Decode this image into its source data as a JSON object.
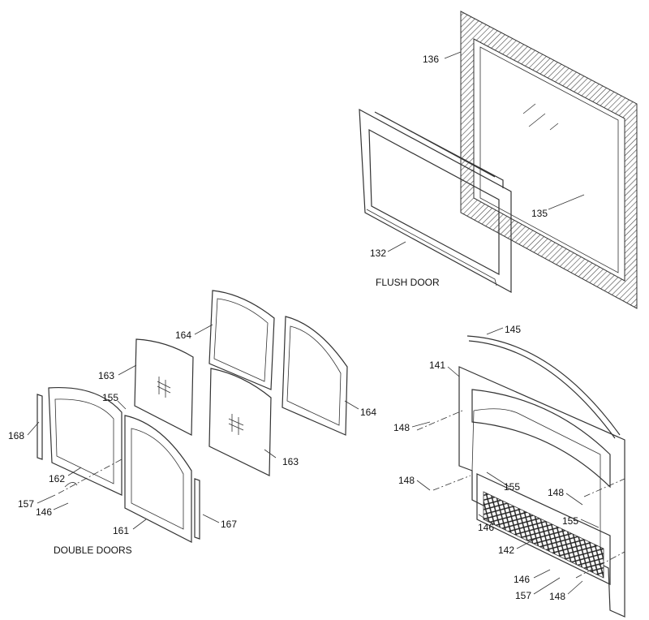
{
  "titles": {
    "flush_door": "FLUSH DOOR",
    "double_doors": "DOUBLE DOORS"
  },
  "callouts": {
    "p136": "136",
    "p135": "135",
    "p132": "132",
    "p164a": "164",
    "p164b": "164",
    "p163a": "163",
    "p163b": "163",
    "p155a": "155",
    "p168": "168",
    "p162": "162",
    "p157a": "157",
    "p146a": "146",
    "p161": "161",
    "p167": "167",
    "p145": "145",
    "p141": "141",
    "p148a": "148",
    "p148b": "148",
    "p155b": "155",
    "p148c": "148",
    "p155c": "155",
    "p146b": "146",
    "p142": "142",
    "p146c": "146",
    "p157b": "157",
    "p148d": "148"
  }
}
